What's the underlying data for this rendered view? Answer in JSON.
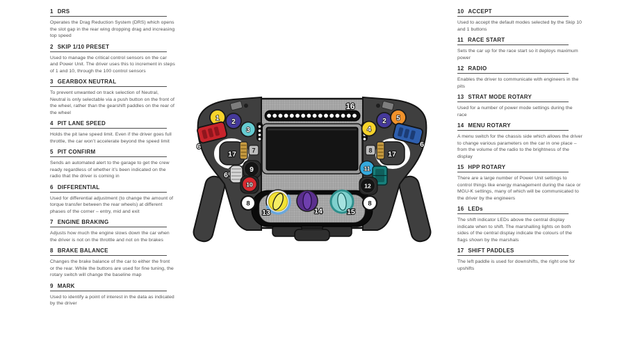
{
  "left_column": {
    "items": [
      {
        "num": "1",
        "title": "DRS",
        "desc": "Operates the Drag Reduction System (DRS) which opens the slot gap in the rear wing dropping drag and increasing top speed"
      },
      {
        "num": "2",
        "title": "SKIP 1/10 PRESET",
        "desc": "Used to manage the critical control sensors on the car and Power Unit. The driver uses this to increment in steps of 1 and 10, through the 100 control sensors"
      },
      {
        "num": "3",
        "title": "GEARBOX NEUTRAL",
        "desc": "To prevent unwanted on track selection of Neutral, Neutral is only selectable via a push button on the front of the wheel, rather than the gearshift paddles on the rear of the wheel"
      },
      {
        "num": "4",
        "title": "PIT LANE SPEED",
        "desc": "Holds the pit lane speed limit. Even if the driver goes full throttle, the car won’t accelerate beyond the speed limit"
      },
      {
        "num": "5",
        "title": "PIT CONFIRM",
        "desc": "Sends an automated alert to the garage to get the crew ready regardless of whether it’s been indicated on the radio that the driver is coming in"
      },
      {
        "num": "6",
        "title": "DIFFERENTIAL",
        "desc": "Used for differential adjustment (to change the amount of torque transfer between the rear wheels) at different phases of the corner – entry, mid and exit"
      },
      {
        "num": "7",
        "title": "ENGINE BRAKING",
        "desc": "Adjusts how much the engine slows down the car when the driver is not on the throttle and not on the brakes"
      },
      {
        "num": "8",
        "title": "BRAKE BALANCE",
        "desc": "Changes the brake balance of the car to either the front or the rear. While the buttons are used for fine tuning, the rotary switch will change the baseline map"
      },
      {
        "num": "9",
        "title": "MARK",
        "desc": "Used to identify a point of interest in the data as indicated by the driver"
      }
    ]
  },
  "right_column": {
    "items": [
      {
        "num": "10",
        "title": "ACCEPT",
        "desc": "Used to accept the default modes selected by the Skip 10 and 1 buttons"
      },
      {
        "num": "11",
        "title": "RACE START",
        "desc": "Sets the car up for the race start so it deploys maximum power"
      },
      {
        "num": "12",
        "title": "RADIO",
        "desc": "Enables the driver to communicate with engineers in the pits"
      },
      {
        "num": "13",
        "title": "STRAT MODE ROTARY",
        "desc": "Used for a number of power mode settings during the race"
      },
      {
        "num": "14",
        "title": "MENU ROTARY",
        "desc": "A menu switch for the chassis side which allows the driver to change various parameters on the car in one place – from the volume of the radio to the brightness of the display"
      },
      {
        "num": "15",
        "title": "HPP ROTARY",
        "desc": "There are a large number of Power Unit settings to control things like energy management during the race or MGU-K settings, many of which will be communicated to the driver by the engineers"
      },
      {
        "num": "16",
        "title": "LEDs",
        "desc": "The shift indicator LEDs above the central display indicate when to shift. The marshalling lights on both sides of the central display indicate the colours of the flags shown by the marshals"
      },
      {
        "num": "17",
        "title": "SHIFT PADDLES",
        "desc": "The left paddle is used for downshifts, the right one for upshifts"
      }
    ]
  },
  "wheel": {
    "labels": {
      "drs": "1",
      "skip_1": "2",
      "neutral": "3",
      "pit_lane_speed": "4",
      "pit_confirm": "5",
      "skip_10": "2",
      "diff_entry": "6",
      "diff_mid": "6",
      "diff_exit": "6",
      "engine_braking": "7",
      "brake_balance": "8",
      "brake_minus": "8",
      "brake_plus": "8",
      "mark": "9",
      "accept": "10",
      "race_start": "11",
      "radio": "12",
      "strat_mode": "13",
      "menu": "14",
      "hpp": "15",
      "leds": "16",
      "paddle_left": "17",
      "paddle_right": "17"
    },
    "palette": {
      "yellow": "#f6d32b",
      "purple": "#45399a",
      "cyan": "#66ccd2",
      "orange": "#f0922b",
      "red": "#c8242c",
      "blue": "#2e5fae",
      "light_blue": "#35aade",
      "teal": "#17807c",
      "amber": "#c69a40",
      "knob_purple": "#5b2f8e",
      "knob_cyan": "#7fd0cd",
      "body_grey": "#3f3f3f"
    }
  }
}
